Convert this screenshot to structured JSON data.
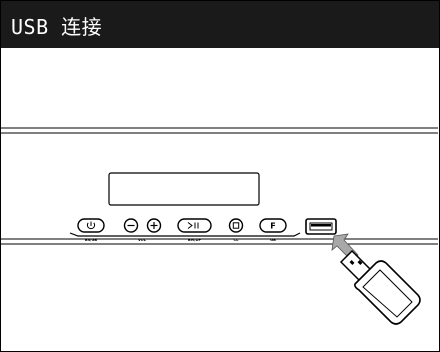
{
  "page": {
    "title": "USB 连接"
  },
  "device": {
    "buttons": [
      {
        "name": "power",
        "icon": "power-icon",
        "glyph": "⏻",
        "label": "BS/GB"
      },
      {
        "name": "volume-down",
        "icon": "minus-icon",
        "glyph": "−",
        "label": "VOL"
      },
      {
        "name": "volume-up",
        "icon": "plus-icon",
        "glyph": "+",
        "label": ""
      },
      {
        "name": "play-pause",
        "icon": "play-pause-icon",
        "glyph": ">II",
        "label": "BM/DP"
      },
      {
        "name": "stop",
        "icon": "stop-icon",
        "glyph": "□",
        "label": "CL"
      },
      {
        "name": "function",
        "icon": "function-icon",
        "glyph": "F",
        "label": "GB"
      }
    ],
    "port": "usb-port-icon",
    "drive": "usb-flash-drive-icon",
    "arrow": "insert-arrow-icon"
  },
  "colors": {
    "header_bg": "#1a1a1a",
    "header_text": "#ffffff",
    "line": "#000000",
    "arrow": "#a8a8a8"
  }
}
